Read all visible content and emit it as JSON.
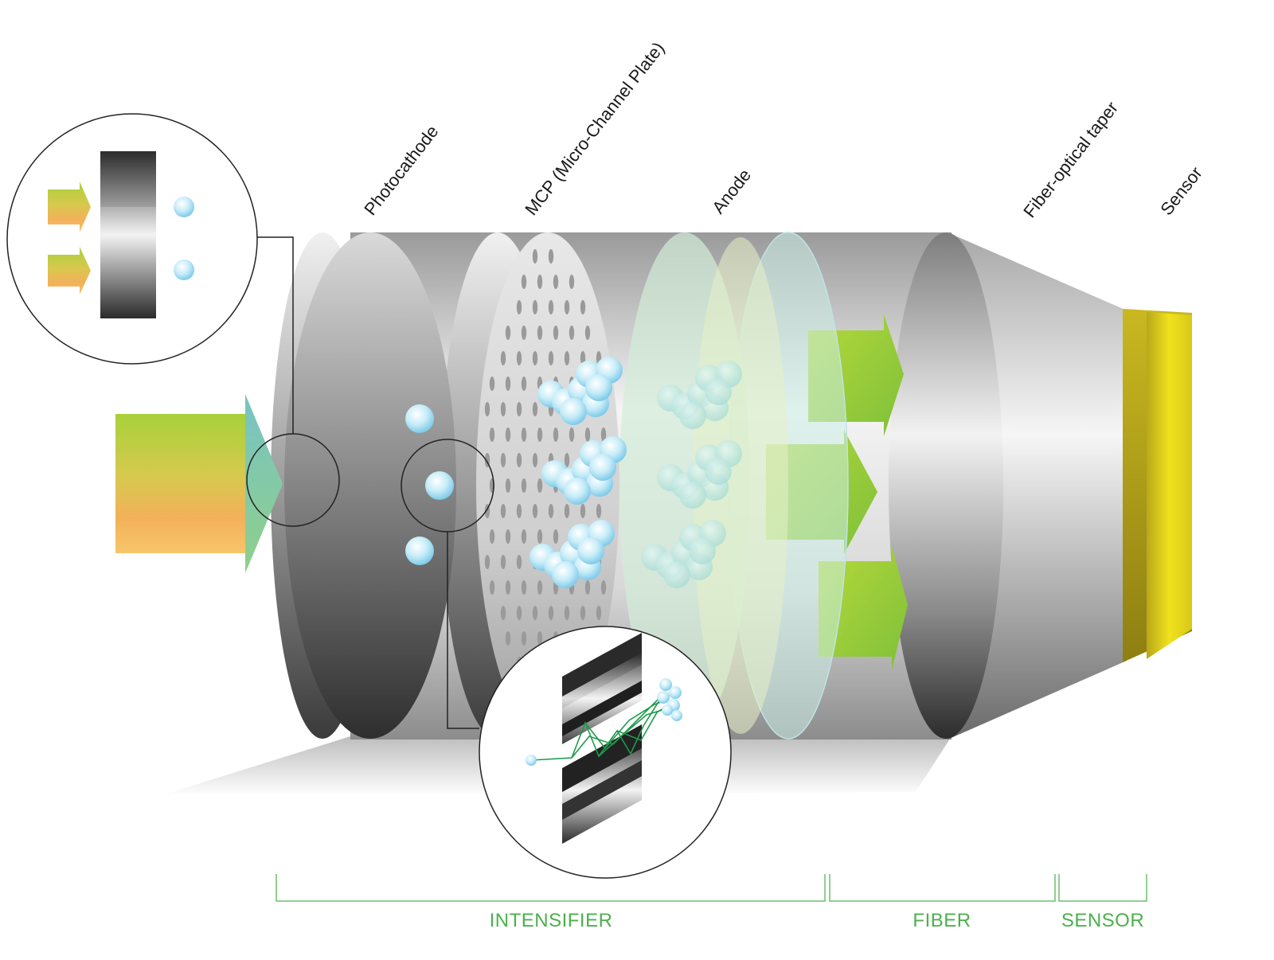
{
  "components": {
    "photocathode": "Photocathode",
    "mcp": "MCP (Micro-Channel Plate)",
    "anode": "Anode",
    "taper": "Fiber-optical taper",
    "sensor": "Sensor"
  },
  "sections": {
    "intensifier": "INTENSIFIER",
    "fiber": "FIBER",
    "sensor": "SENSOR"
  },
  "colors": {
    "section_green": "#5cb85c",
    "sensor_yellow": "#e6d51a",
    "electron_blue": "#8fd3ee",
    "light_arrow_green": "#a8d13a",
    "light_arrow_orange": "#f3b05a",
    "metal_gray": "#8a8a8a"
  }
}
